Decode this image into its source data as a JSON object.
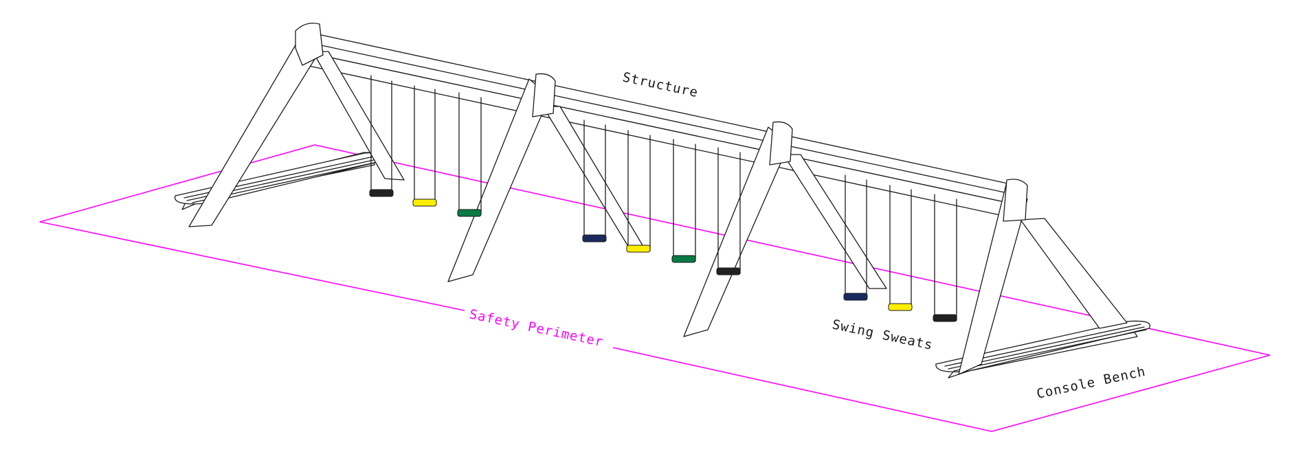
{
  "labels": {
    "structure": "Structure",
    "swing_seats": "Swing Sweats",
    "console_bench": "Console Bench",
    "safety_perimeter": "Safety Perimeter"
  },
  "colors": {
    "perimeter": "#ff00ff",
    "outline": "#1a1a1a",
    "seat_black": "#222222",
    "seat_yellow": "#ffee00",
    "seat_green": "#0a7a44",
    "seat_navy": "#1b2a5e"
  },
  "swing_bays": [
    {
      "bay": 1,
      "seats": [
        "black",
        "yellow",
        "green"
      ]
    },
    {
      "bay": 2,
      "seats": [
        "navy",
        "yellow",
        "green",
        "black"
      ]
    },
    {
      "bay": 3,
      "seats": [
        "navy",
        "yellow",
        "black"
      ]
    }
  ]
}
